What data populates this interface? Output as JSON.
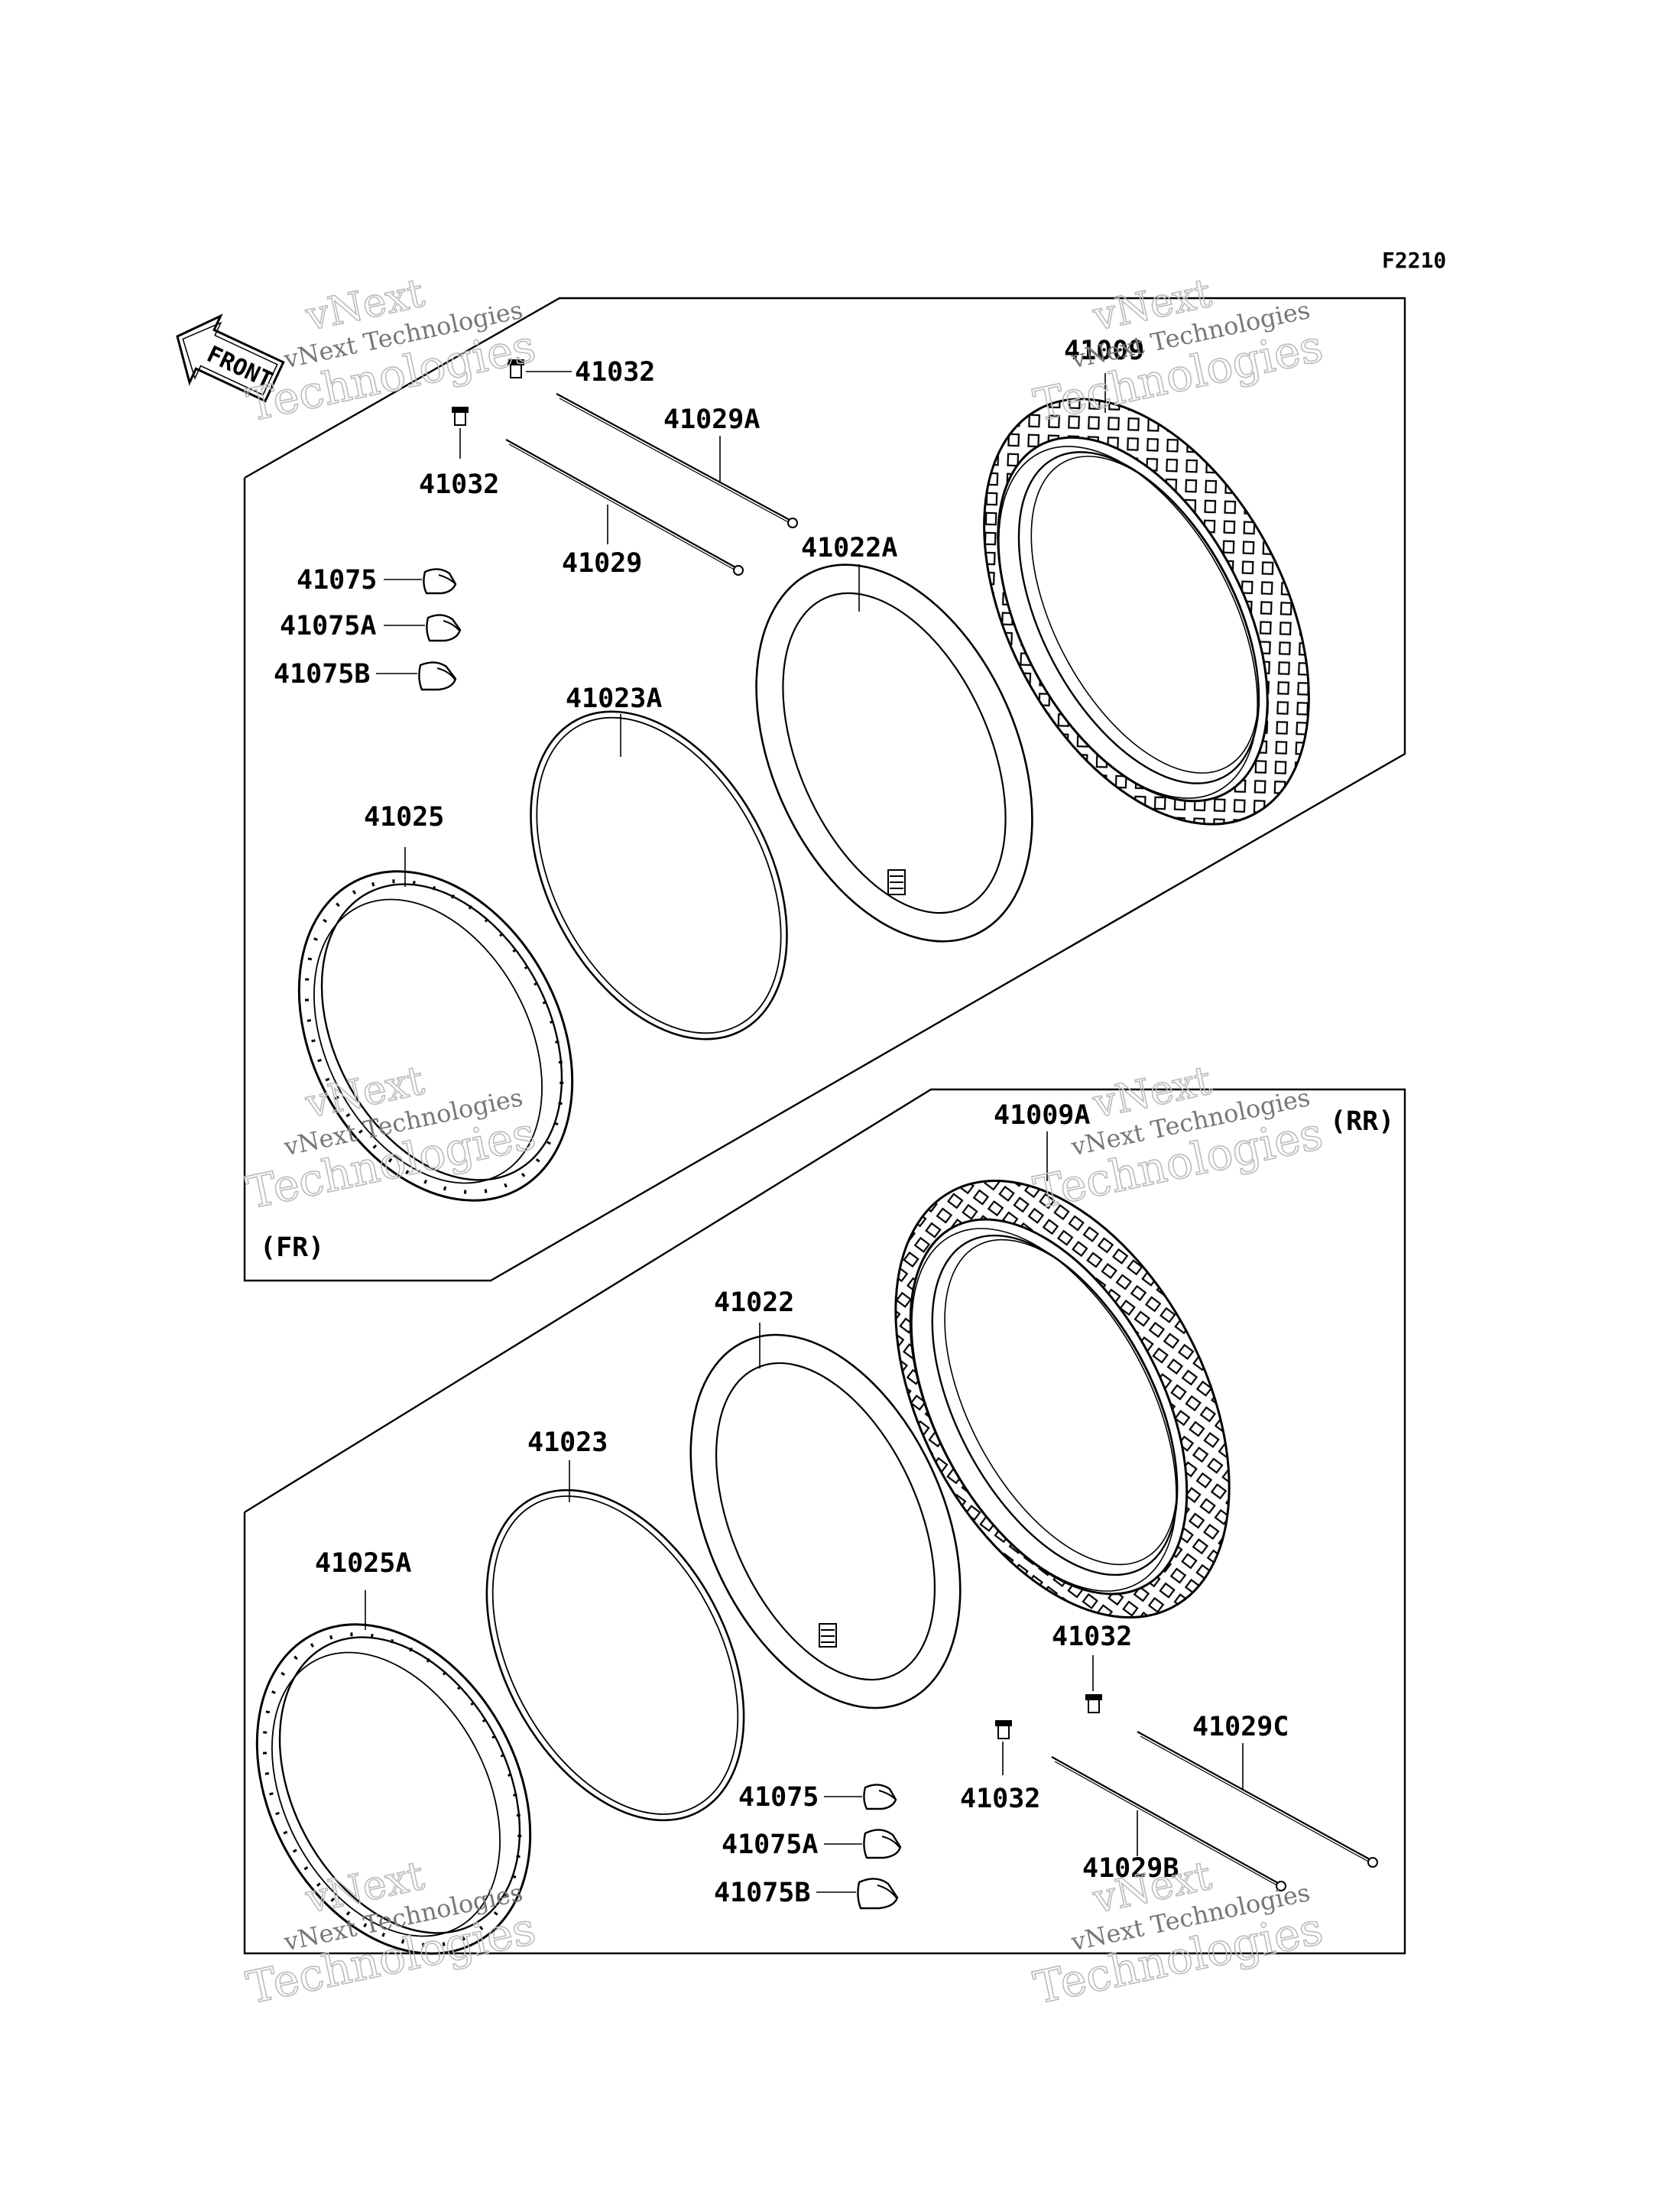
{
  "diagram": {
    "code": "F2210",
    "front_label": "FRONT",
    "section_front": "(FR)",
    "section_rear": "(RR)",
    "watermark_line1": "vNext Technologies",
    "watermark_line2": "vNext",
    "watermark_line3": "Technologies"
  },
  "front_parts": {
    "spoke_nipple_a": "41032",
    "spoke_nipple_b": "41032",
    "spoke_a": "41029A",
    "spoke": "41029",
    "weight_1": "41075",
    "weight_2": "41075A",
    "weight_3": "41075B",
    "tire": "41009",
    "tube": "41022A",
    "rim_band": "41023A",
    "rim": "41025"
  },
  "rear_parts": {
    "tire": "41009A",
    "tube": "41022",
    "rim_band": "41023",
    "rim": "41025A",
    "spoke_nipple_a": "41032",
    "spoke_nipple_b": "41032",
    "spoke_c": "41029C",
    "spoke_b": "41029B",
    "weight_1": "41075",
    "weight_2": "41075A",
    "weight_3": "41075B"
  }
}
